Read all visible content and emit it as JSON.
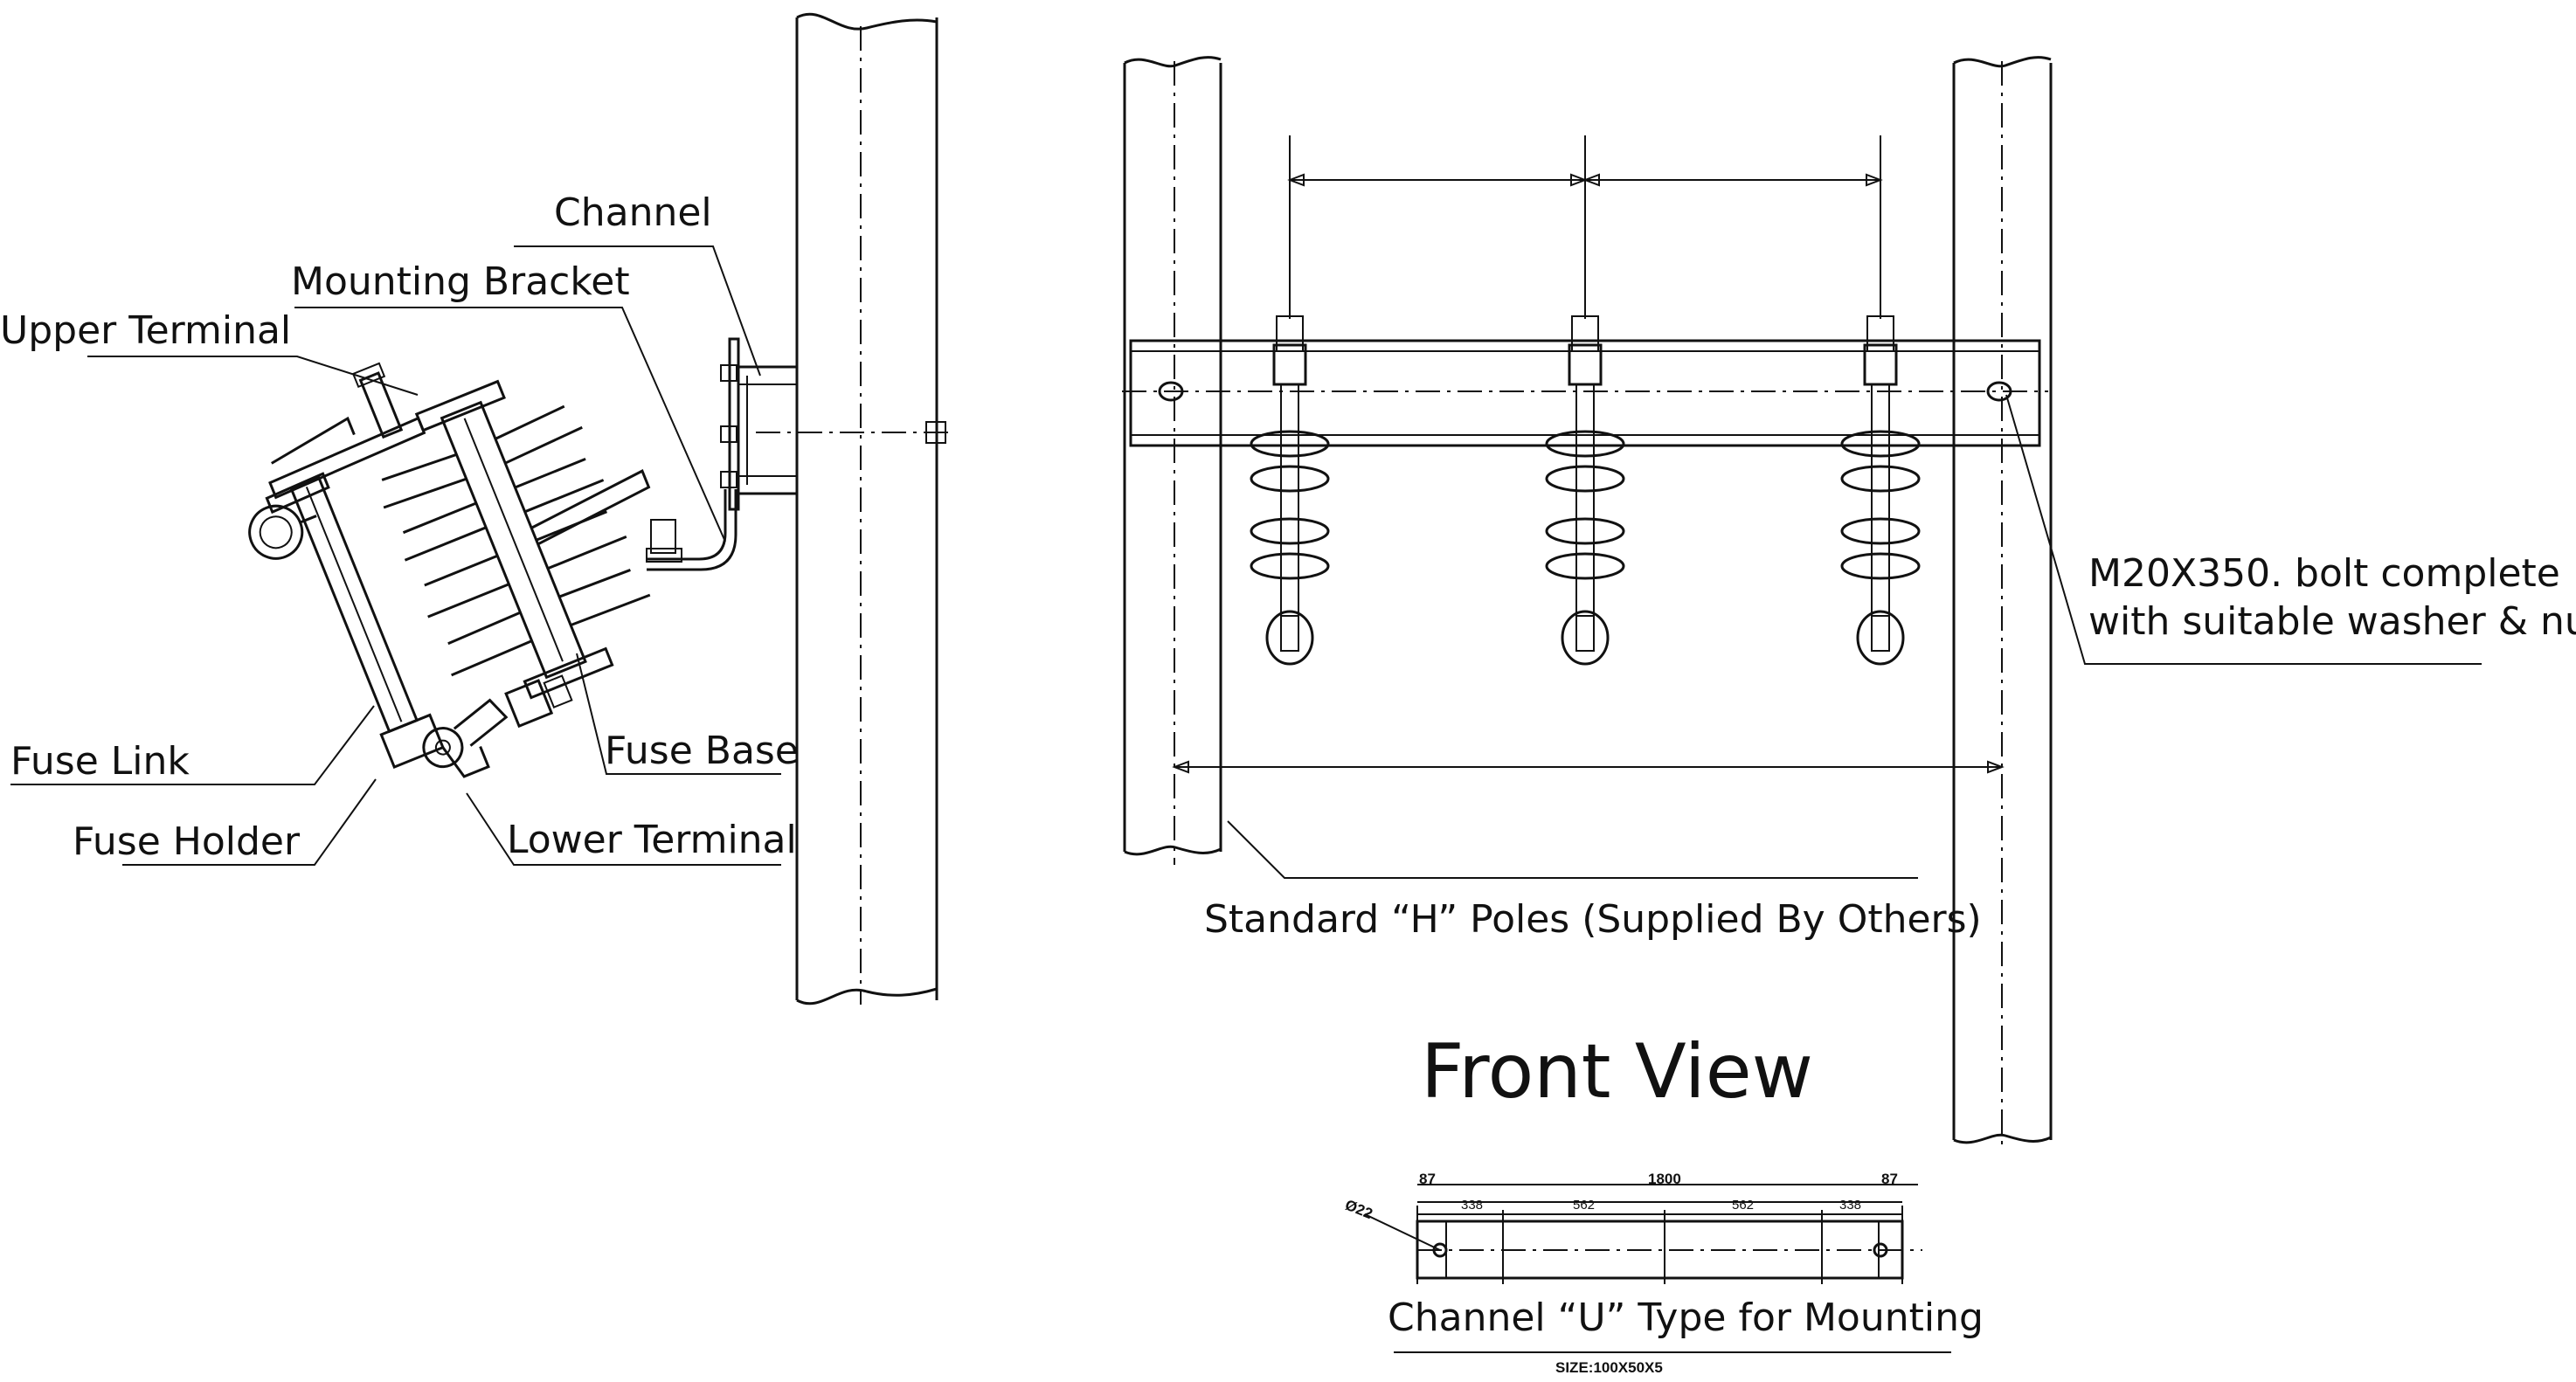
{
  "labels": {
    "channel": "Channel",
    "mounting_bracket": "Mounting Bracket",
    "upper_terminal": "Upper Terminal",
    "fuse_link": "Fuse Link",
    "fuse_holder": "Fuse Holder",
    "fuse_base": "Fuse Base",
    "lower_terminal": "Lower Terminal",
    "bolt_line1": "M20X350. bolt complete",
    "bolt_line2": "with suitable washer & nut",
    "poles": "Standard “H” Poles (Supplied By Others)",
    "front_view": "Front View",
    "channel_type": "Channel “U” Type for Mounting",
    "channel_size": "SIZE:100X50X5"
  },
  "channel_dims": {
    "total": "1800",
    "left_end": "87",
    "right_end": "87",
    "seg1": "338",
    "seg2": "562",
    "seg3": "562",
    "seg4": "338",
    "hole": "Ø22"
  }
}
